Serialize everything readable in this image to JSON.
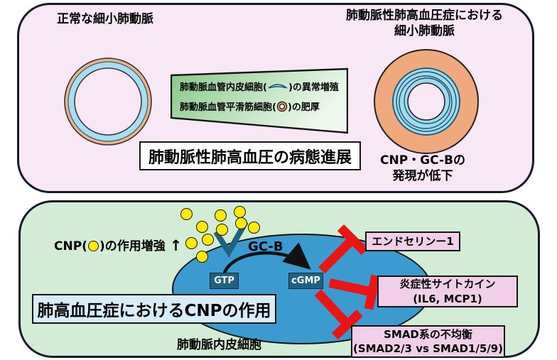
{
  "top_panel": {
    "normal_label": "正常な細小肺動脈",
    "pah_label_line1": "肺動脈性肺高血圧症における",
    "pah_label_line2": "細小肺動脈",
    "wedge_line1_prefix": "肺動脈血管内皮細胞(",
    "wedge_line1_suffix": ")の異常増殖",
    "wedge_line2_prefix": "肺動脈血管平滑筋細胞(",
    "wedge_line2_suffix": ")の肥厚",
    "progression_title": "肺動脈性肺高血圧の病態進展",
    "expression_line1": "CNP・GC-Bの",
    "expression_line2": "発現が低下"
  },
  "bottom_panel": {
    "cnp_prefix": "CNP(",
    "cnp_suffix": ")の作用増強",
    "cnp_arrow": "↑",
    "receptor_label": "GC-B",
    "gtp": "GTP",
    "cgmp": "cGMP",
    "title": "肺高血圧症におけるCNPの作用",
    "cell_label": "肺動脈内皮細胞",
    "targets": [
      {
        "line1": "エンドセリンー1",
        "line2": ""
      },
      {
        "line1": "炎症性サイトカイン",
        "line2": "(IL6, MCP1)"
      },
      {
        "line1": "SMAD系の不均衡",
        "line2": "(SMAD2/3 vs SMAD1/5/9)"
      }
    ]
  },
  "icons": {
    "cnp_molecule": "yellow-circle",
    "endothelial_cell": "blue-crescent",
    "smooth_muscle_cell": "orange-ring",
    "inhibition": "red-t-bar",
    "receptor": "teal-v-shape"
  },
  "colors": {
    "top_panel_bg": "#f8e8f5",
    "bottom_panel_bg": "#d2ecd5",
    "cell_blue": "#3b9bd1",
    "enzyme_box_teal": "#1f617f",
    "cnp_yellow": "#ffea00",
    "inhibit_red": "#ea1515",
    "target_box_pink": "#f2cfe9",
    "wedge_green_dark": "#85c885",
    "wedge_green_light": "#eef8ee",
    "artery_wall_orange": "#f0a87d",
    "artery_intima_blue": "#a2d9ee",
    "title_box_blue": "#d9ecf9"
  }
}
